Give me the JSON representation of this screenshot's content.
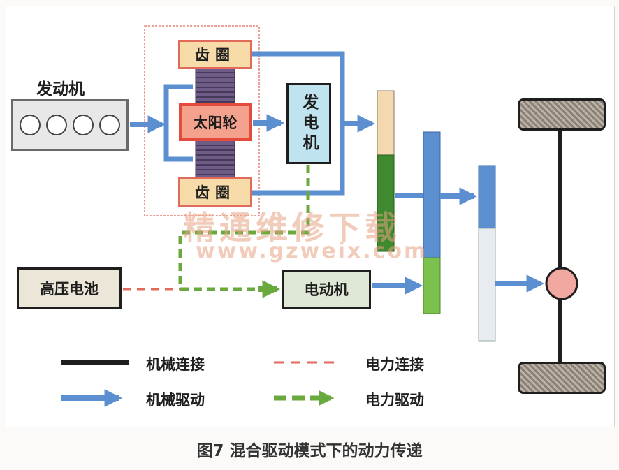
{
  "diagram": {
    "engine": "发动机",
    "ring_gear_top": "齿圈",
    "sun_gear": "太阳轮",
    "ring_gear_bottom": "齿圈",
    "generator": "发电机",
    "battery": "高压电池",
    "motor": "电动机"
  },
  "legend": {
    "mechanical_connection": "机械连接",
    "electrical_connection": "电力连接",
    "mechanical_drive": "机械驱动",
    "electrical_drive": "电力驱动"
  },
  "watermark": {
    "cn": "精通维修下载",
    "url": "www.gzweix.com"
  },
  "caption": "图7  混合驱动模式下的动力传递",
  "colors": {
    "mechanical_drive": "#5b8fd0",
    "electrical_drive": "#6aa93e",
    "electrical_connection": "#e26a5a",
    "mechanical_connection": "#1e1e1e",
    "ring_gear_fill": "#f7dcaa",
    "sun_gear_fill": "#f4a28e",
    "generator_fill": "#bfe3ef"
  }
}
